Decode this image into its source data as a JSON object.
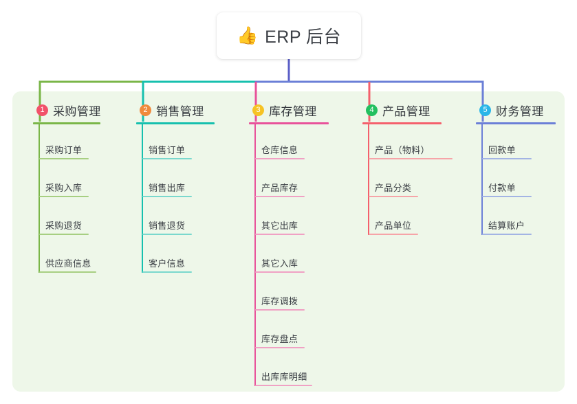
{
  "root": {
    "emoji": "👍",
    "emoji_name": "thumbs-up-icon",
    "title": "ERP 后台"
  },
  "colors": {
    "canvas": "#ffffff",
    "panel_bg": "#eef7e9",
    "card_bg": "#ffffff",
    "title_text": "#33373d",
    "leaf_text": "#3a3e44",
    "root_stem": "#5b5fc7",
    "branch_1": "#7ab648",
    "branch_2": "#16c0ae",
    "branch_3": "#e8529a",
    "branch_4": "#f4606c",
    "branch_5": "#6b7fd7",
    "leaf_rule_1": "#a7cf82",
    "leaf_rule_2": "#7ad8cd",
    "leaf_rule_3": "#f0a1c4",
    "leaf_rule_4": "#f6a4a8",
    "leaf_rule_5": "#a3b4e4",
    "badge_1": "#f2526a",
    "badge_2": "#f08a3c",
    "badge_3": "#f6c324",
    "badge_4": "#23c060",
    "badge_5": "#29b6e8"
  },
  "branches": [
    {
      "number": "1",
      "title": "采购管理",
      "badge_color": "#f2526a",
      "line_color": "#7ab648",
      "leaf_color": "#a7cf82",
      "items": [
        "采购订单",
        "采购入库",
        "采购退货",
        "供应商信息"
      ]
    },
    {
      "number": "2",
      "title": "销售管理",
      "badge_color": "#f08a3c",
      "line_color": "#16c0ae",
      "leaf_color": "#7ad8cd",
      "items": [
        "销售订单",
        "销售出库",
        "销售退货",
        "客户信息"
      ]
    },
    {
      "number": "3",
      "title": "库存管理",
      "badge_color": "#f6c324",
      "line_color": "#e8529a",
      "leaf_color": "#f0a1c4",
      "items": [
        "仓库信息",
        "产品库存",
        "其它出库",
        "其它入库",
        "库存调拨",
        "库存盘点",
        "出库库明细"
      ]
    },
    {
      "number": "4",
      "title": "产品管理",
      "badge_color": "#23c060",
      "line_color": "#f4606c",
      "leaf_color": "#f6a4a8",
      "items": [
        "产品（物料）",
        "产品分类",
        "产品单位"
      ]
    },
    {
      "number": "5",
      "title": "财务管理",
      "badge_color": "#29b6e8",
      "line_color": "#6b7fd7",
      "leaf_color": "#a3b4e4",
      "items": [
        "回款单",
        "付款单",
        "结算账户"
      ]
    }
  ]
}
